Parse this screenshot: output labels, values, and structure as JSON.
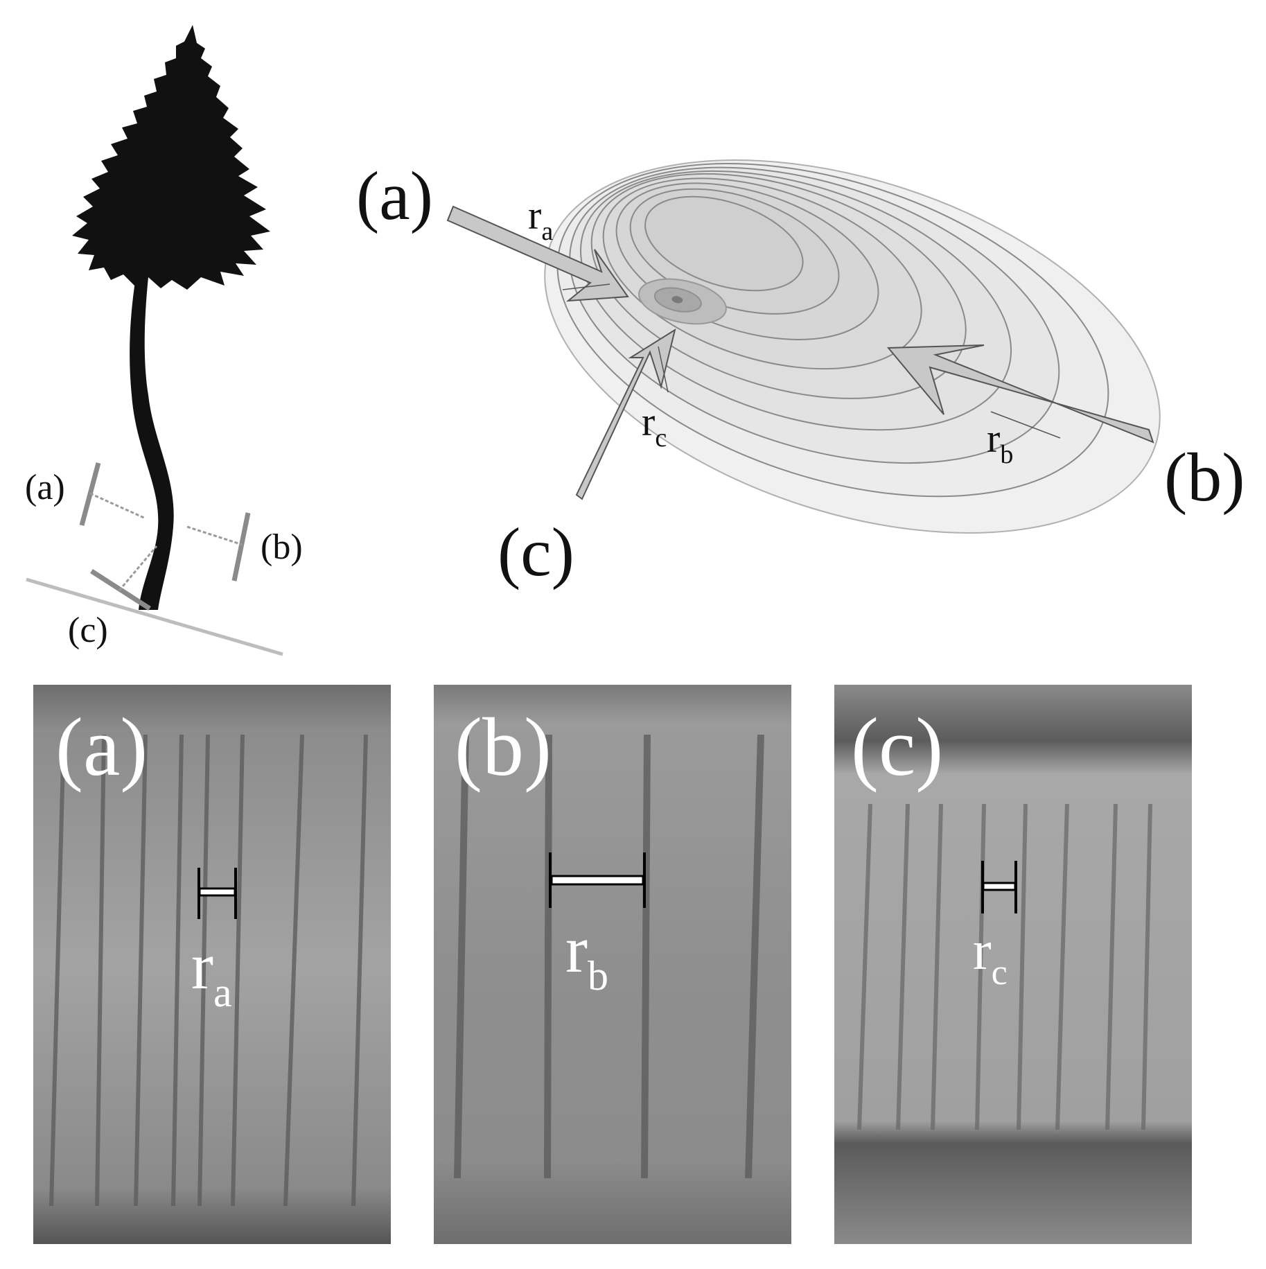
{
  "tree_panel": {
    "label_a": "(a)",
    "label_b": "(b)",
    "label_c": "(c)"
  },
  "section_panel": {
    "label_a": "(a)",
    "label_b": "(b)",
    "label_c": "(c)",
    "radius_a": {
      "main": "r",
      "sub": "a"
    },
    "radius_b": {
      "main": "r",
      "sub": "b"
    },
    "radius_c": {
      "main": "r",
      "sub": "c"
    }
  },
  "photos": [
    {
      "label": "(a)",
      "radius_main": "r",
      "radius_sub": "a"
    },
    {
      "label": "(b)",
      "radius_main": "r",
      "radius_sub": "b"
    },
    {
      "label": "(c)",
      "radius_main": "r",
      "radius_sub": "c"
    }
  ],
  "colors": {
    "ink": "#111111",
    "arrow_fill": "#c8c8c8",
    "ring_line": "#8a8a8a",
    "photo_label": "#ffffff"
  }
}
